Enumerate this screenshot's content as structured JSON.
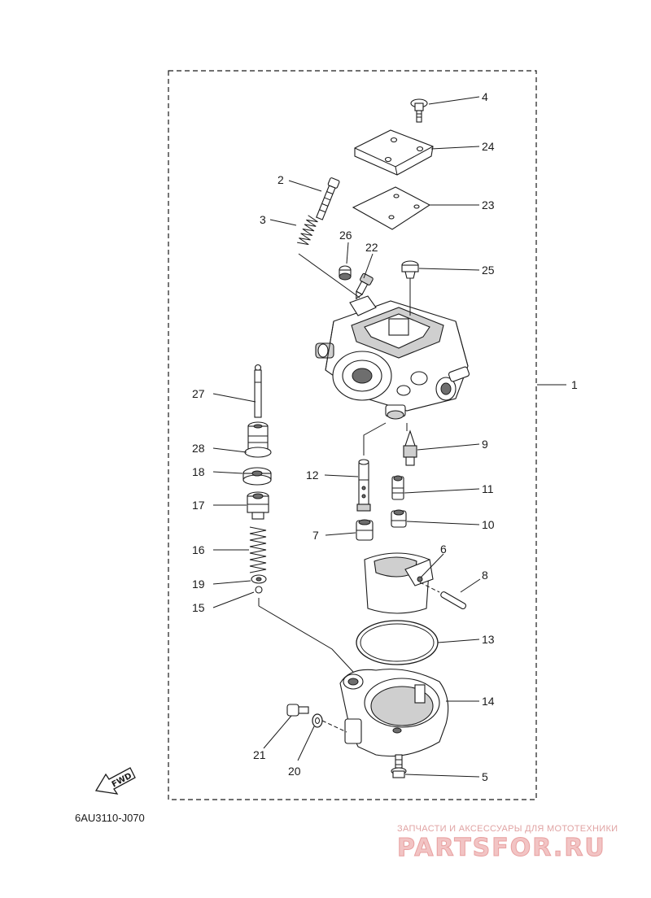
{
  "diagram": {
    "drawing_code": "6AU3110-J070",
    "fwd_label": "FWD",
    "callouts": {
      "c1": "1",
      "c2": "2",
      "c3": "3",
      "c4": "4",
      "c5": "5",
      "c6": "6",
      "c7": "7",
      "c8": "8",
      "c9": "9",
      "c10": "10",
      "c11": "11",
      "c12": "12",
      "c13": "13",
      "c14": "14",
      "c15": "15",
      "c16": "16",
      "c17": "17",
      "c18": "18",
      "c19": "19",
      "c20": "20",
      "c21": "21",
      "c22": "22",
      "c23": "23",
      "c24": "24",
      "c25": "25",
      "c26": "26",
      "c27": "27",
      "c28": "28"
    }
  },
  "watermark": {
    "tagline": "ЗАПЧАСТИ И АКСЕССУАРЫ ДЛЯ МОТОТЕХНИКИ",
    "site": "PARTSFOR.RU"
  }
}
